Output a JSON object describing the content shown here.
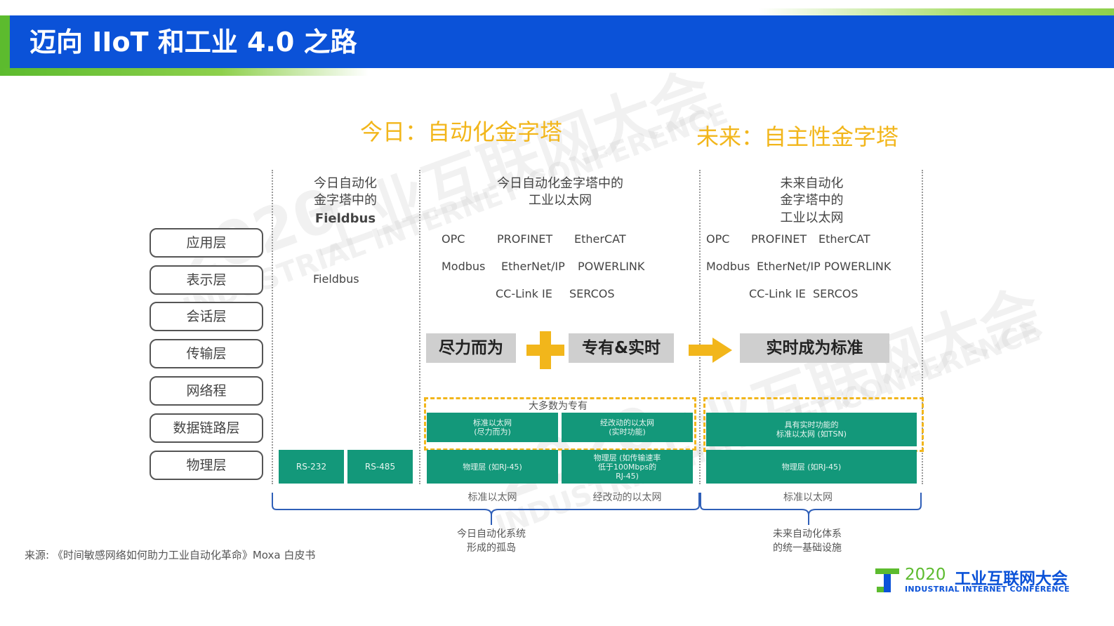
{
  "header": {
    "title": "迈向 IIoT 和工业 4.0 之路"
  },
  "watermark": {
    "year": "2020",
    "event": "工业互联网大会",
    "english": "INDUSTRIAL INTERNET CONFERENCE"
  },
  "titles": {
    "today": "今日：自动化金字塔",
    "future": "未来：自主性金字塔"
  },
  "osi_layers": [
    "应用层",
    "表示层",
    "会话层",
    "传输层",
    "网络程",
    "数据链路层",
    "物理层"
  ],
  "columns": {
    "fieldbus": {
      "line1": "今日自动化",
      "line2": "金字塔中的",
      "line3": "Fieldbus",
      "label": "Fieldbus"
    },
    "today_ethernet": {
      "line1": "今日自动化金字塔中的",
      "line2": "工业以太网"
    },
    "future": {
      "line1": "未来自动化",
      "line2": "金字塔中的",
      "line3": "工业以太网"
    }
  },
  "protocols_today": {
    "opc": "OPC",
    "profinet": "PROFINET",
    "ethercat": "EtherCAT",
    "modbus": "Modbus",
    "ethernetip": "EtherNet/IP",
    "powerlink": "POWERLINK",
    "cclink": "CC-Link IE",
    "sercos": "SERCOS"
  },
  "protocols_future": {
    "opc": "OPC",
    "profinet": "PROFINET",
    "ethercat": "EtherCAT",
    "modbus": "Modbus",
    "ethernetip": "EtherNet/IP",
    "powerlink": "POWERLINK",
    "cclink": "CC-Link IE",
    "sercos": "SERCOS"
  },
  "concepts": {
    "best_effort": "尽力而为",
    "proprietary_rt": "专有&实时",
    "rt_standard": "实时成为标准"
  },
  "boxes": {
    "mostly_proprietary": "大多数为专有",
    "std_eth_l1": "标准以太网",
    "std_eth_l2": "(尽力而为)",
    "mod_eth_l1": "经改动的以太网",
    "mod_eth_l2": "(实时功能)",
    "tsn_l1": "具有实时功能的",
    "tsn_l2": "标准以太网 (如TSN)",
    "phys_rj45": "物理层 (如RJ-45)",
    "phys_mod_l1": "物理层 (如传输速率",
    "phys_mod_l2": "低于100Mbps的",
    "phys_mod_l3": "RJ-45)",
    "phys_rj45_future": "物理层 (如RJ-45)",
    "rs232": "RS-232",
    "rs485": "RS-485"
  },
  "under_labels": {
    "std_eth": "标准以太网",
    "mod_eth": "经改动的以太网",
    "future_std": "标准以太网"
  },
  "brackets": {
    "today_l1": "今日自动化系统",
    "today_l2": "形成的孤岛",
    "future_l1": "未来自动化体系",
    "future_l2": "的统一基础设施"
  },
  "source": "来源: 《时间敏感网络如何助力工业自动化革命》Moxa 白皮书",
  "logo": {
    "year": "2020",
    "cn": "工业互联网大会",
    "en": "INDUSTRIAL INTERNET CONFERENCE"
  },
  "colors": {
    "header_blue": "#0b52d8",
    "accent_green": "#5cbb2e",
    "title_yellow": "#f2b61b",
    "teal": "#13987a",
    "gray_box": "#cfcfcf"
  }
}
